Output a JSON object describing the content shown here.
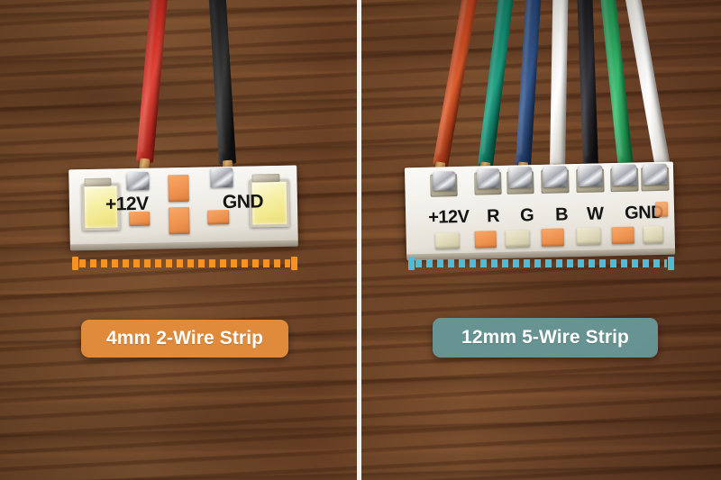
{
  "scene": {
    "title": "LED strip width comparison",
    "background": "dark-walnut-wood",
    "divider_color": "#f4f2ee"
  },
  "panels": [
    {
      "id": "left",
      "badge": {
        "label": "4mm 2-Wire Strip",
        "bg_color": "#e08a3c",
        "text_color": "#ffffff"
      },
      "ruler": {
        "color": "#f59321",
        "meaning": "4mm width marker"
      },
      "strip": {
        "width_label": "4mm",
        "wire_count": 2,
        "silkscreen": [
          {
            "text": "+12V"
          },
          {
            "text": "GND"
          }
        ],
        "leds": 2
      },
      "wires": [
        {
          "name": "positive-wire",
          "color": "#c0271e",
          "label": "+12V"
        },
        {
          "name": "ground-wire",
          "color": "#1c1c1c",
          "label": "GND"
        }
      ]
    },
    {
      "id": "right",
      "badge": {
        "label": "12mm 5-Wire Strip",
        "bg_color": "#679493",
        "text_color": "#ffffff"
      },
      "ruler": {
        "color": "#4fbcd4",
        "meaning": "12mm width marker"
      },
      "strip": {
        "width_label": "12mm",
        "wire_count": 7,
        "silkscreen": [
          {
            "text": "+12V"
          },
          {
            "text": "R"
          },
          {
            "text": "G"
          },
          {
            "text": "B"
          },
          {
            "text": "W"
          },
          {
            "text": "GND"
          }
        ],
        "pads": 7
      },
      "wires": [
        {
          "name": "wire-12v",
          "color": "#c8491f",
          "label": "+12V"
        },
        {
          "name": "wire-red",
          "color": "#12866b",
          "label": "R"
        },
        {
          "name": "wire-green",
          "color": "#2a4b7c",
          "label": "G"
        },
        {
          "name": "wire-blue",
          "color": "#f2f1ee",
          "label": "B"
        },
        {
          "name": "wire-white",
          "color": "#16161a",
          "label": "W"
        },
        {
          "name": "wire-gnd-a",
          "color": "#2aa95f",
          "label": "GND"
        },
        {
          "name": "wire-gnd-b",
          "color": "#f4f3f0",
          "label": "GND"
        }
      ]
    }
  ]
}
